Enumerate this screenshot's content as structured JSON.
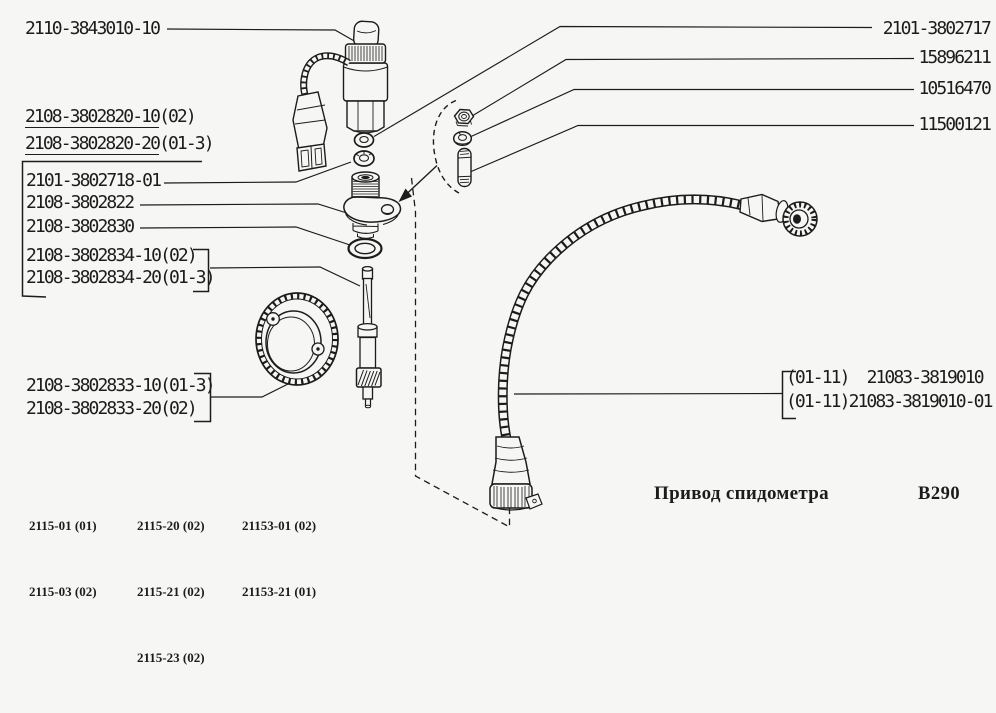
{
  "page": {
    "background": "#f6f6f4",
    "ink": "#1c1c1c",
    "caption": "Привод спидометра",
    "figure_code": "B290"
  },
  "labels": {
    "left": [
      {
        "num": "2110-3843010-10",
        "suffix": "",
        "underline": false
      },
      {
        "num": "2108-3802820-10",
        "suffix": "(02)",
        "underline": true
      },
      {
        "num": "2108-3802820-20",
        "suffix": "(01-3)",
        "underline": true
      },
      {
        "num": "2101-3802718-01",
        "suffix": "",
        "underline": false
      },
      {
        "num": "2108-3802822",
        "suffix": "",
        "underline": false
      },
      {
        "num": "2108-3802830",
        "suffix": "",
        "underline": false
      },
      {
        "num": "2108-3802834-10",
        "suffix": "(02)",
        "underline": false
      },
      {
        "num": "2108-3802834-20",
        "suffix": "(01-3)",
        "underline": false
      },
      {
        "num": "2108-3802833-10",
        "suffix": "(01-3)",
        "underline": false
      },
      {
        "num": "2108-3802833-20",
        "suffix": "(02)",
        "underline": false
      }
    ],
    "right": [
      {
        "num": "2101-3802717"
      },
      {
        "num": "15896211"
      },
      {
        "num": "10516470"
      },
      {
        "num": "11500121"
      }
    ],
    "cable": [
      {
        "prefix": "(01-11)",
        "num": "21083-3819010"
      },
      {
        "prefix": "(01-11)",
        "num": "21083-3819010-01"
      }
    ]
  },
  "applicability": {
    "columns": [
      [
        "2115-01 (01)",
        "2115-03 (02)"
      ],
      [
        "2115-20 (02)",
        "2115-21 (02)",
        "2115-23 (02)"
      ],
      [
        "21153-01 (02)",
        "21153-21 (01)"
      ]
    ]
  },
  "diagram_parts": [
    "speed-sensor",
    "sensor-wiring-connector",
    "sealing-washer",
    "slotted-washer",
    "speedometer-drive-housing",
    "o-ring",
    "speedometer-driven-gear",
    "speedometer-drive-gear-ring",
    "nut",
    "spring-washer",
    "stud",
    "speedometer-cable",
    "cable-nut-upper",
    "cable-nut-lower"
  ]
}
